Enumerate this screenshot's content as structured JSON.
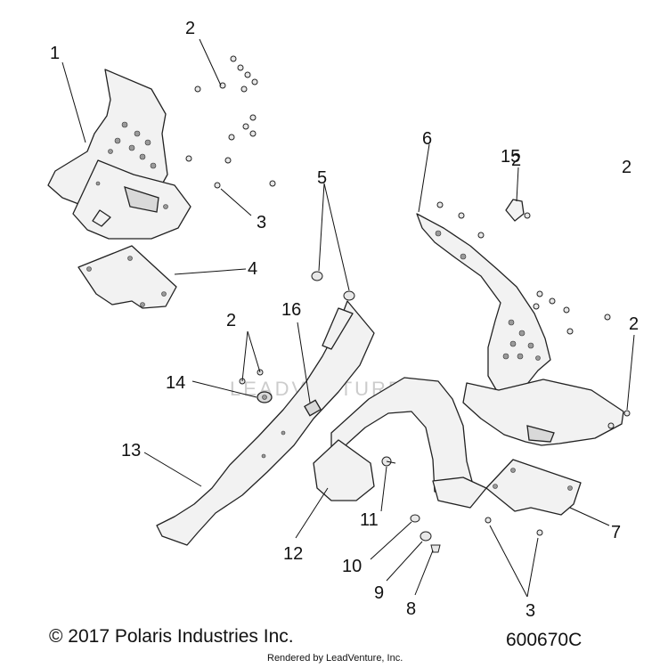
{
  "watermark": "LEADVENTURE",
  "footer": {
    "copyright": "© 2017 Polaris Industries Inc.",
    "drawing_id": "600670C",
    "rendered_by": "Rendered by LeadVenture, Inc."
  },
  "callouts": [
    "1",
    "2",
    "2",
    "2",
    "2",
    "2",
    "3",
    "3",
    "4",
    "5",
    "6",
    "7",
    "8",
    "9",
    "10",
    "11",
    "12",
    "13",
    "14",
    "15",
    "16"
  ]
}
